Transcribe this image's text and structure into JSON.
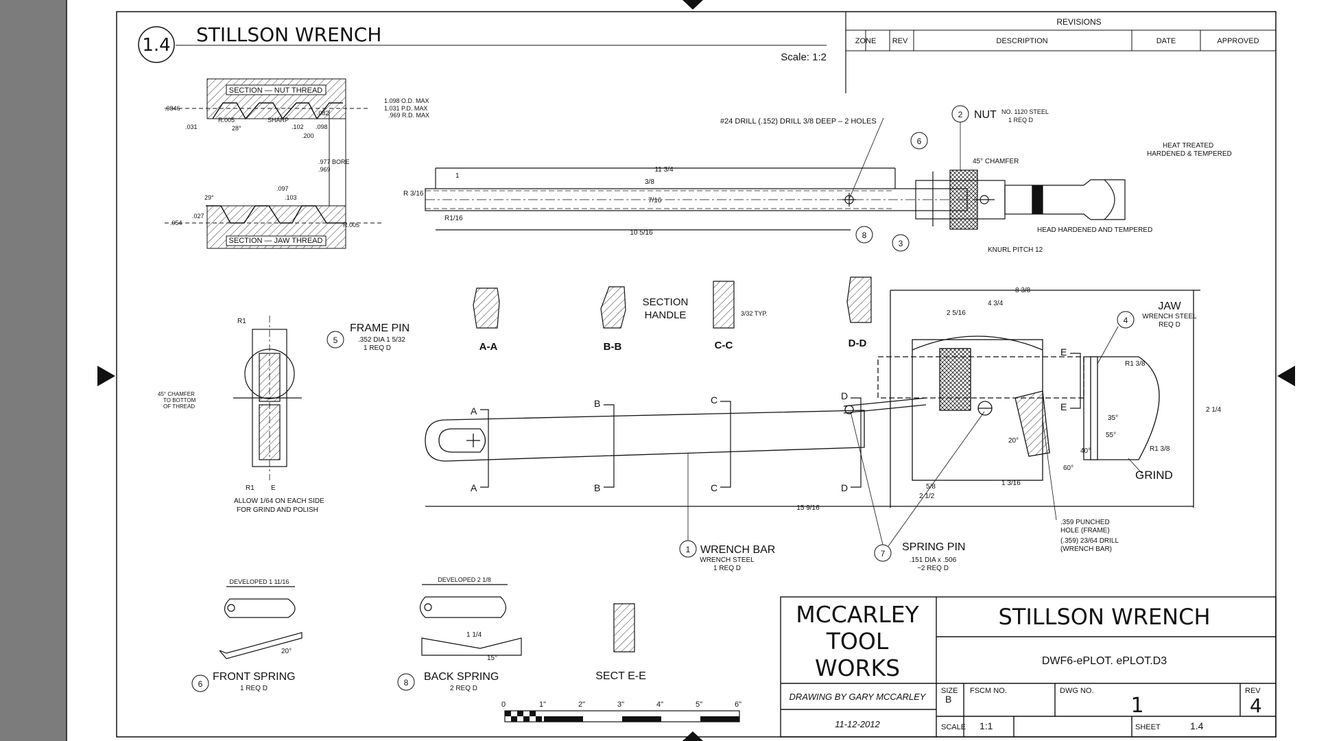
{
  "sheet": {
    "detail_number": "1.4",
    "title": "STILLSON WRENCH",
    "scale_label": "Scale: 1:2"
  },
  "revisions": {
    "header": "REVISIONS",
    "columns": [
      "ZONE",
      "REV",
      "DESCRIPTION",
      "DATE",
      "APPROVED"
    ]
  },
  "top_view": {
    "drill_note": "#24 DRILL (.152) DRILL 3/8 DEEP – 2 HOLES",
    "overall_len": "11 3/4",
    "len2": "10 5/16",
    "dim_1": "1",
    "dim_a": "3/8",
    "dim_b": "7/16",
    "dim_r": "R 3/16",
    "dim_r2": "R1/16"
  },
  "nut": {
    "number": "2",
    "name": "NUT",
    "spec1": "NO. 1120 STEEL",
    "spec2": "1 REQ D",
    "chamfer": "45° CHAMFER",
    "knurl": "KNURL PITCH 12",
    "head_note": "HEAD HARDENED AND TEMPERED",
    "heat1": "HEAT TREATED",
    "heat2": "HARDENED & TEMPERED"
  },
  "thread_sections": {
    "nut_thread": "SECTION — NUT THREAD",
    "jaw_thread": "SECTION — JAW THREAD",
    "od": "1.098 O.D. MAX",
    "pd": "1.031 P.D. MAX",
    "rd": ".969 R.D. MAX",
    "bore1": ".977 BORE",
    "bore2": ".969",
    "v1": ".0846",
    "v2": ".031",
    "v3": "R.005",
    "v4": "28°",
    "v5": "SHARP",
    "v6": ".102",
    "v7": ".098",
    "v8": ".082",
    "v9": ".200",
    "v10": ".097",
    "v11": ".103",
    "v12": ".054",
    "v13": ".027",
    "v14": "29°",
    "v15": "R.005"
  },
  "sections": {
    "aa": "A-A",
    "bb": "B-B",
    "cc": "C-C",
    "dd": "D-D",
    "handle1": "SECTION",
    "handle2": "HANDLE",
    "typ": "3/32 TYP.",
    "ee": "SECT E-E"
  },
  "frame_pin": {
    "number": "5",
    "name": "FRAME PIN",
    "spec1": ".352 DIA 1 5/32",
    "spec2": "1 REQ D",
    "chamfer1": "45° CHAMFER",
    "chamfer2": "TO BOTTOM",
    "chamfer3": "OF THREAD",
    "allow1": "ALLOW 1/64 ON EACH SIDE",
    "allow2": "FOR GRIND AND POLISH",
    "r1": "R1",
    "r1b": "R1",
    "e": "E"
  },
  "jaw": {
    "number": "4",
    "name": "JAW",
    "spec1": "WRENCH STEEL",
    "spec2": "REQ D",
    "grind": "GRIND",
    "r13": "R1 3/8",
    "r13b": "R1 3/8",
    "dim": "8 3/8",
    "dim2": "4 3/4",
    "dim3": "2 5/16",
    "dim4": "2 1/4"
  },
  "main_view": {
    "overall": "15 9/16",
    "dim_a": "2 1/2",
    "dim_b": "5/8",
    "dim_c": "1 3/16",
    "punched1": ".359 PUNCHED",
    "punched2": "HOLE (FRAME)",
    "punched3": "(.359) 23/64 DRILL",
    "punched4": "(WRENCH BAR)",
    "ang1": "20°",
    "ang2": "40°",
    "ang3": "60°",
    "ang4": "35°",
    "ang5": "55°"
  },
  "wrench_bar": {
    "number": "1",
    "name": "WRENCH BAR",
    "spec1": "WRENCH STEEL",
    "spec2": "1 REQ D"
  },
  "spring_pin": {
    "number": "7",
    "name": "SPRING PIN",
    "spec1": ".151 DIA x .506",
    "spec2": "~2 REQ D"
  },
  "callouts": {
    "c6": "6",
    "c3": "3",
    "c8": "8"
  },
  "front_spring": {
    "number": "6",
    "name": "FRONT SPRING",
    "spec": "1 REQ D",
    "developed": "DEVELOPED 1 11/16",
    "ang": "20°"
  },
  "back_spring": {
    "number": "8",
    "name": "BACK SPRING",
    "spec": "2 REQ D",
    "developed": "DEVELOPED 2 1/8",
    "ang": "15°",
    "dim1": "1 1/4"
  },
  "sect_ee": {
    "label": "SECT E-E"
  },
  "scale_bar": {
    "ticks": [
      "0",
      "1\"",
      "2\"",
      "3\"",
      "4\"",
      "5\"",
      "6\""
    ]
  },
  "title_block": {
    "company1": "MCCARLEY",
    "company2": "TOOL",
    "company3": "WORKS",
    "drawn_by": "DRAWING BY GARY MCCARLEY",
    "date": "11-12-2012",
    "title": "STILLSON WRENCH",
    "file": "DWF6-ePLOT. ePLOT.D3",
    "size_label": "SIZE",
    "size_value": "B",
    "fscm_label": "FSCM NO.",
    "dwg_label": "DWG NO.",
    "dwg_value": "1",
    "rev_label": "REV",
    "rev_value": "4",
    "scale_label": "SCALE",
    "scale_value": "1:1",
    "sheet_label": "SHEET",
    "sheet_value": "1.4"
  }
}
